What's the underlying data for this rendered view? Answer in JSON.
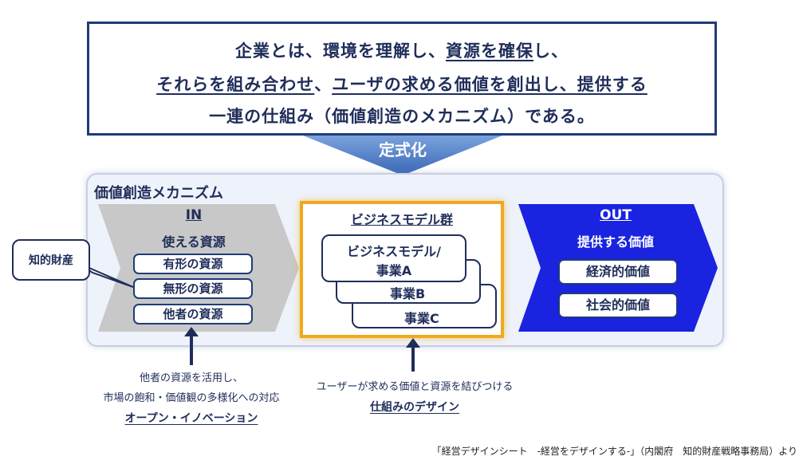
{
  "definition": {
    "line1_a": "企業とは、環境を理解し、",
    "line1_b": "資源を確保",
    "line1_c": "し、",
    "line2_a": "それらを組み合わせ",
    "line2_b": "、",
    "line2_c": "ユーザの求める価値を創出し、提供する",
    "line3": "一連の仕組み（価値創造のメカニズム）である。"
  },
  "funnel_label": "定式化",
  "panel_title": "価値創造メカニズム",
  "input": {
    "heading": "IN",
    "subheading": "使える資源",
    "items": [
      "有形の資源",
      "無形の資源",
      "他者の資源"
    ]
  },
  "business": {
    "heading": "ビジネスモデル群",
    "card_a_line1": "ビジネスモデル/",
    "card_a_line2": "事業A",
    "card_b": "事業B",
    "card_c": "事業C"
  },
  "output": {
    "heading": "OUT",
    "subheading": "提供する価値",
    "items": [
      "経済的価値",
      "社会的価値"
    ]
  },
  "callout": "知的財産",
  "left_note": {
    "line1": "他者の資源を活用し、",
    "line2": "市場の飽和・価値観の多様化への対応",
    "emphasis": "オープン・イノベーション"
  },
  "mid_note": {
    "line1": "ユーザーが求める価値と資源を結びつける",
    "emphasis": "仕組みのデザイン"
  },
  "source": "「経営デザインシート　-経営をデザインする-」（内閣府　知的財産戦略事務局）より",
  "colors": {
    "navy": "#1f2d5a",
    "in_gray": "#c8c8c8",
    "out_blue": "#1a23e0",
    "biz_gold": "#f0a81e",
    "funnel_blue": "#4f7fc7"
  }
}
